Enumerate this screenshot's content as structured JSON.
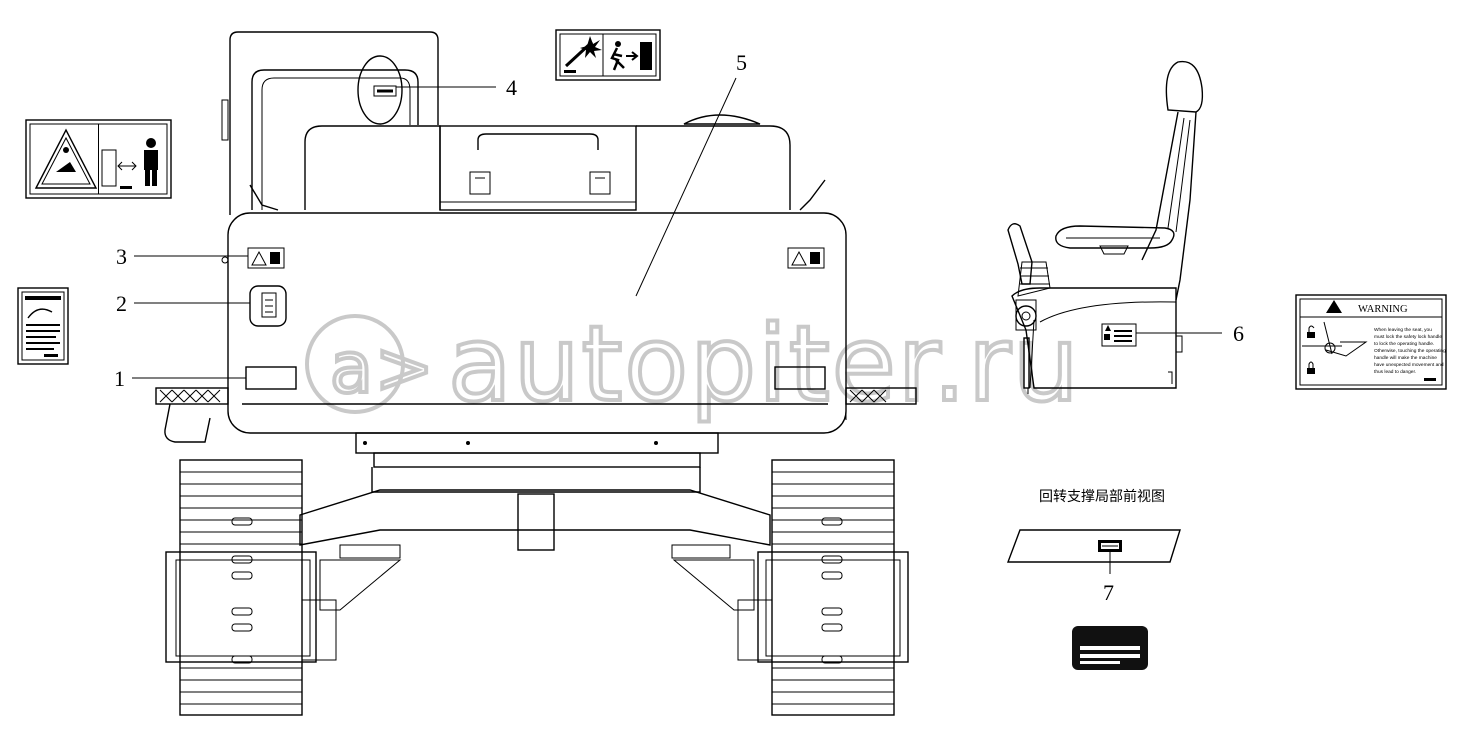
{
  "watermark": "autopiter.ru",
  "callouts": [
    "1",
    "2",
    "3",
    "4",
    "5",
    "6",
    "7"
  ],
  "detail_caption": "回转支撑局部前视图",
  "warning_decal": {
    "title": "WARNING",
    "text_lines": [
      "When leaving the seat, you",
      "must lock the safety lock handle",
      "to lock the operating handle.",
      "Otherwise, touching the operating",
      "handle will make the machine",
      "have unexpected movement and",
      "thus lead to danger."
    ]
  },
  "colors": {
    "line": "#000000",
    "watermark": "#c9c9c9",
    "background": "#ffffff"
  },
  "icons": [
    "crush-warning-icon",
    "person-icon",
    "explosion-warning-icon",
    "running-person-icon",
    "lock-icon",
    "unlock-icon",
    "warning-triangle-icon"
  ]
}
